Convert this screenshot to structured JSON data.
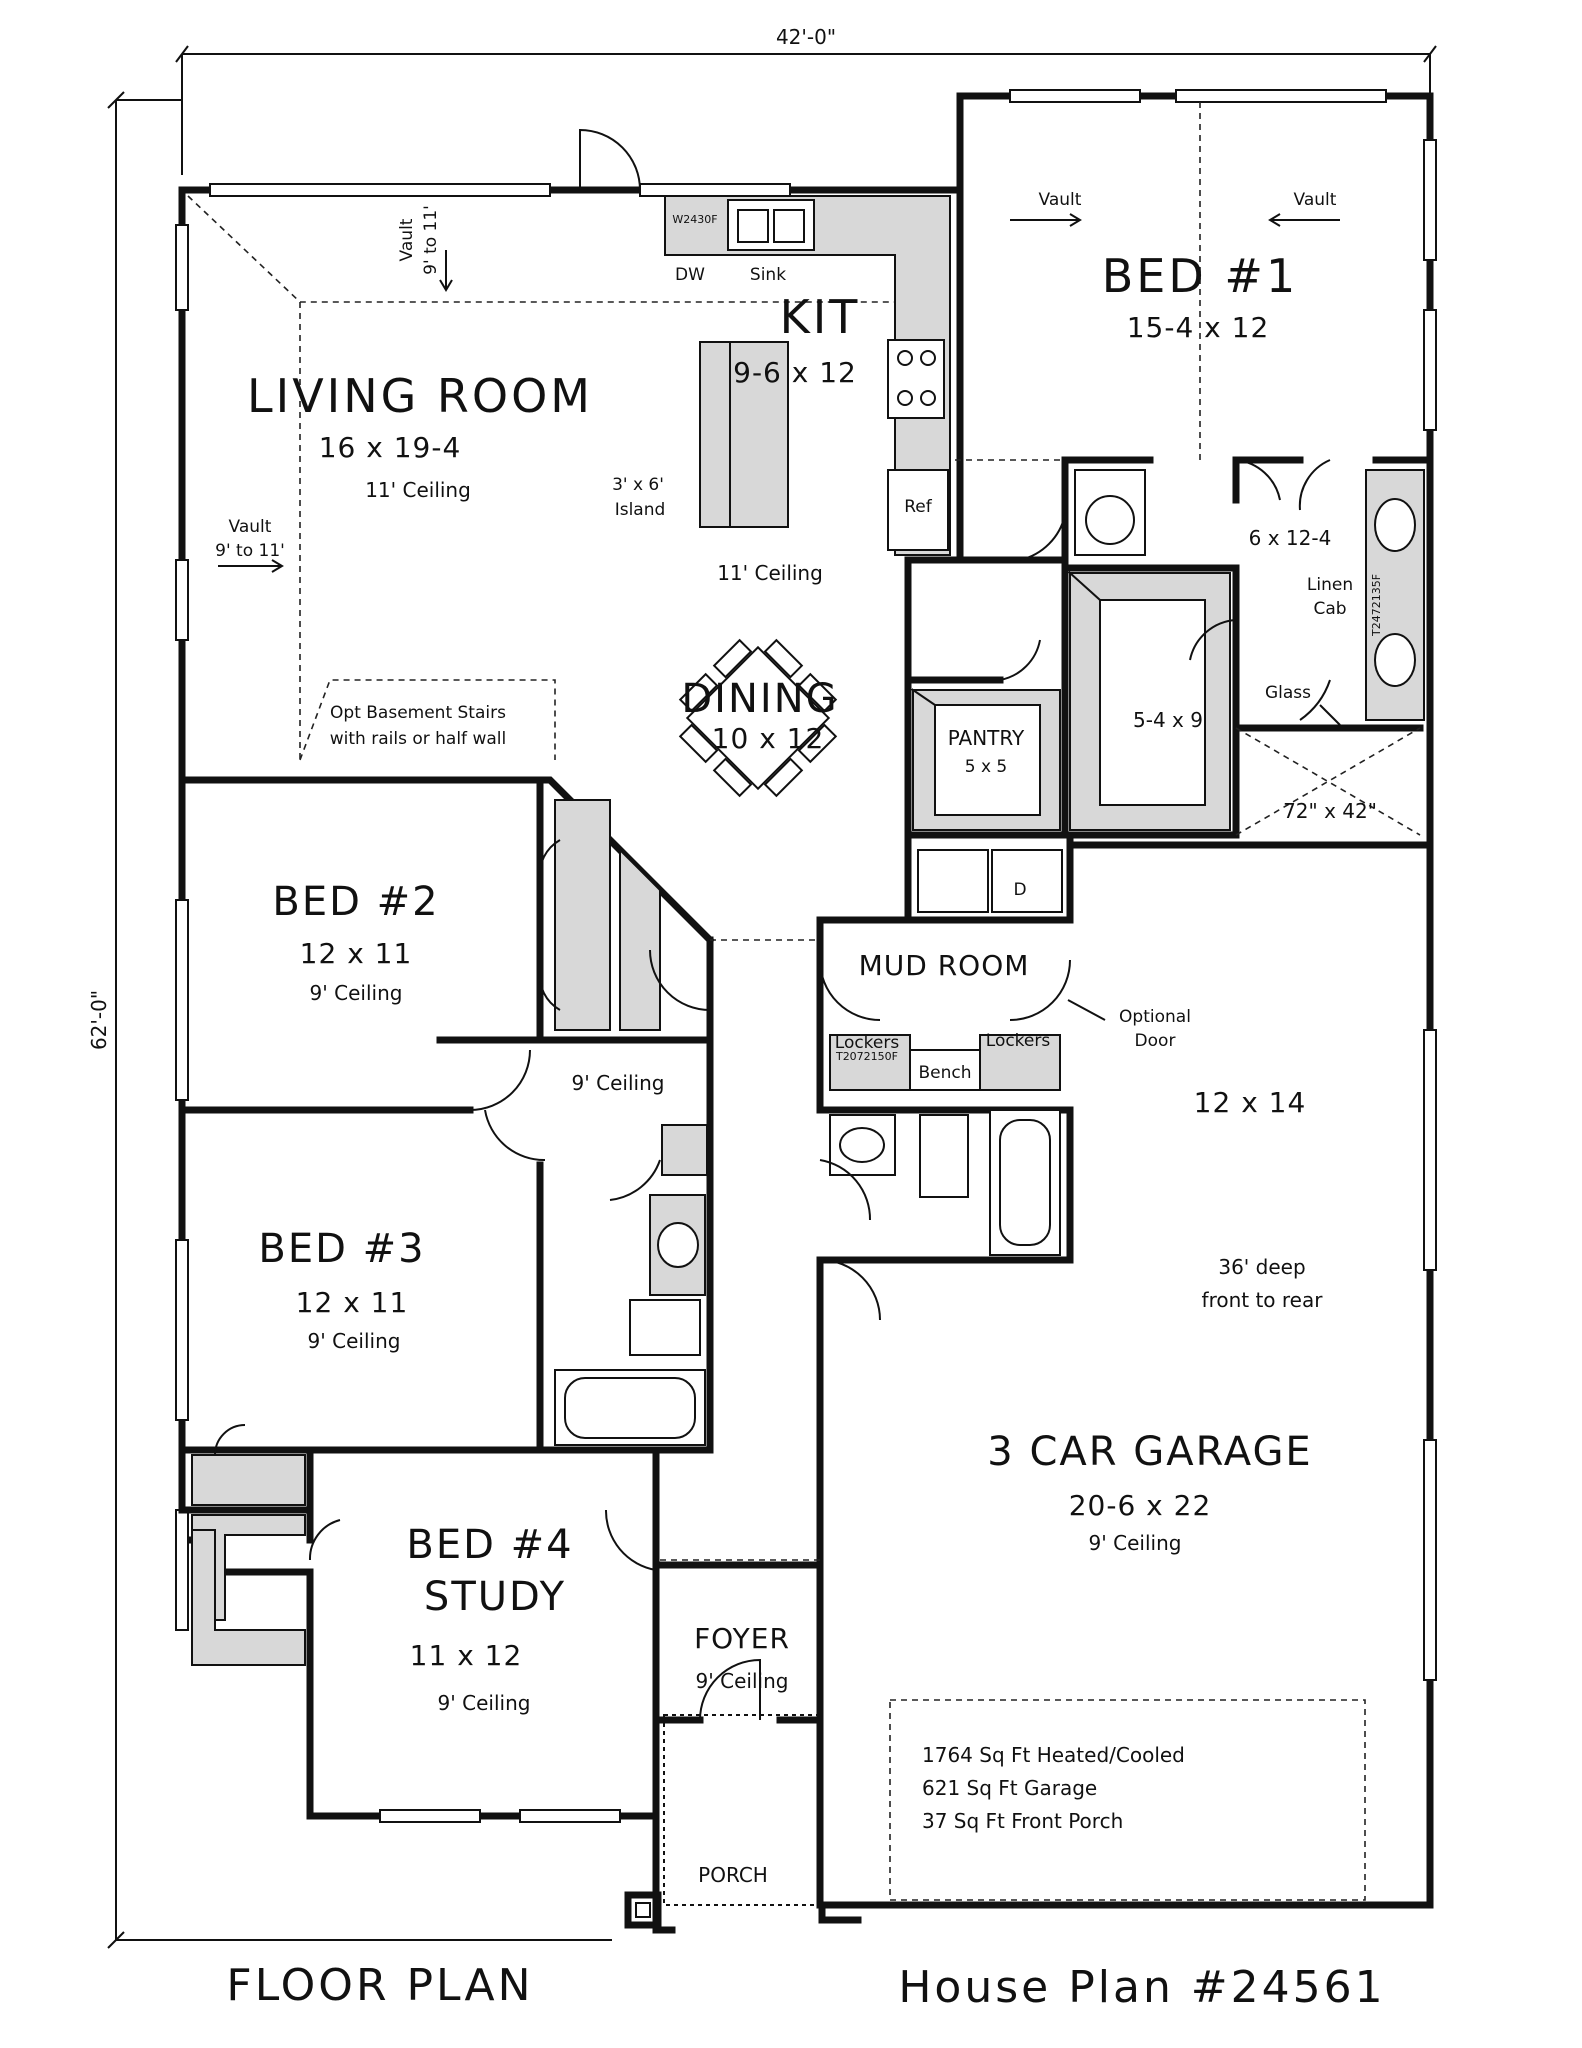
{
  "dimensions": {
    "width_label": "42'-0\"",
    "depth_label": "62'-0\""
  },
  "rooms": {
    "living": {
      "name": "LIVING ROOM",
      "size": "16 x 19-4",
      "ceiling": "11' Ceiling"
    },
    "kitchen": {
      "name": "KIT",
      "size": "9-6 x 12",
      "island_note_1": "3' x 6'",
      "island_note_2": "Island",
      "ceiling": "11' Ceiling",
      "dw": "DW",
      "sink": "Sink",
      "ref": "Ref",
      "cabinet_code": "W2430F"
    },
    "dining": {
      "name": "DINING",
      "size": "10 x 12"
    },
    "bed1": {
      "name": "BED #1",
      "size": "15-4 x 12",
      "vault_left": "Vault",
      "vault_right": "Vault"
    },
    "master_bath": {
      "size": "6 x 12-4",
      "linen": "Linen",
      "cab": "Cab",
      "glass": "Glass",
      "shower": "72\" x 42\"",
      "cabinet_code": "T2472135F"
    },
    "closet": {
      "size": "5-4 x 9"
    },
    "pantry": {
      "name": "PANTRY",
      "size": "5 x 5"
    },
    "mud": {
      "name": "MUD ROOM",
      "lockers_left": "Lockers",
      "lockers_right": "Lockers",
      "bench": "Bench",
      "dryer": "D",
      "optional_1": "Optional",
      "optional_2": "Door",
      "locker_code": "T2072150F"
    },
    "bed2": {
      "name": "BED #2",
      "size": "12 x 11",
      "ceiling": "9' Ceiling"
    },
    "hall": {
      "ceiling": "9' Ceiling"
    },
    "bed3": {
      "name": "BED #3",
      "size": "12 x 11",
      "ceiling": "9' Ceiling"
    },
    "bed4": {
      "name_1": "BED #4",
      "name_2": "STUDY",
      "size": "11 x 12",
      "ceiling": "9' Ceiling"
    },
    "foyer": {
      "name": "FOYER",
      "ceiling": "9' Ceiling"
    },
    "porch": {
      "name": "PORCH"
    },
    "garage": {
      "name": "3 CAR GARAGE",
      "size": "20-6 x 22",
      "ceiling": "9' Ceiling",
      "annex_size": "12 x 14",
      "deep_1": "36' deep",
      "deep_2": "front to rear"
    }
  },
  "notes": {
    "vault_living_top_1": "Vault",
    "vault_living_top_2": "9' to 11'",
    "vault_living_left_1": "Vault",
    "vault_living_left_2": "9' to 11'",
    "basement_1": "Opt Basement Stairs",
    "basement_2": "with rails or half wall"
  },
  "stats": {
    "heated": "1764 Sq Ft Heated/Cooled",
    "garage": "621 Sq Ft Garage",
    "porch": "37 Sq Ft Front Porch"
  },
  "footer": {
    "left": "FLOOR PLAN",
    "right": "House Plan #24561"
  }
}
